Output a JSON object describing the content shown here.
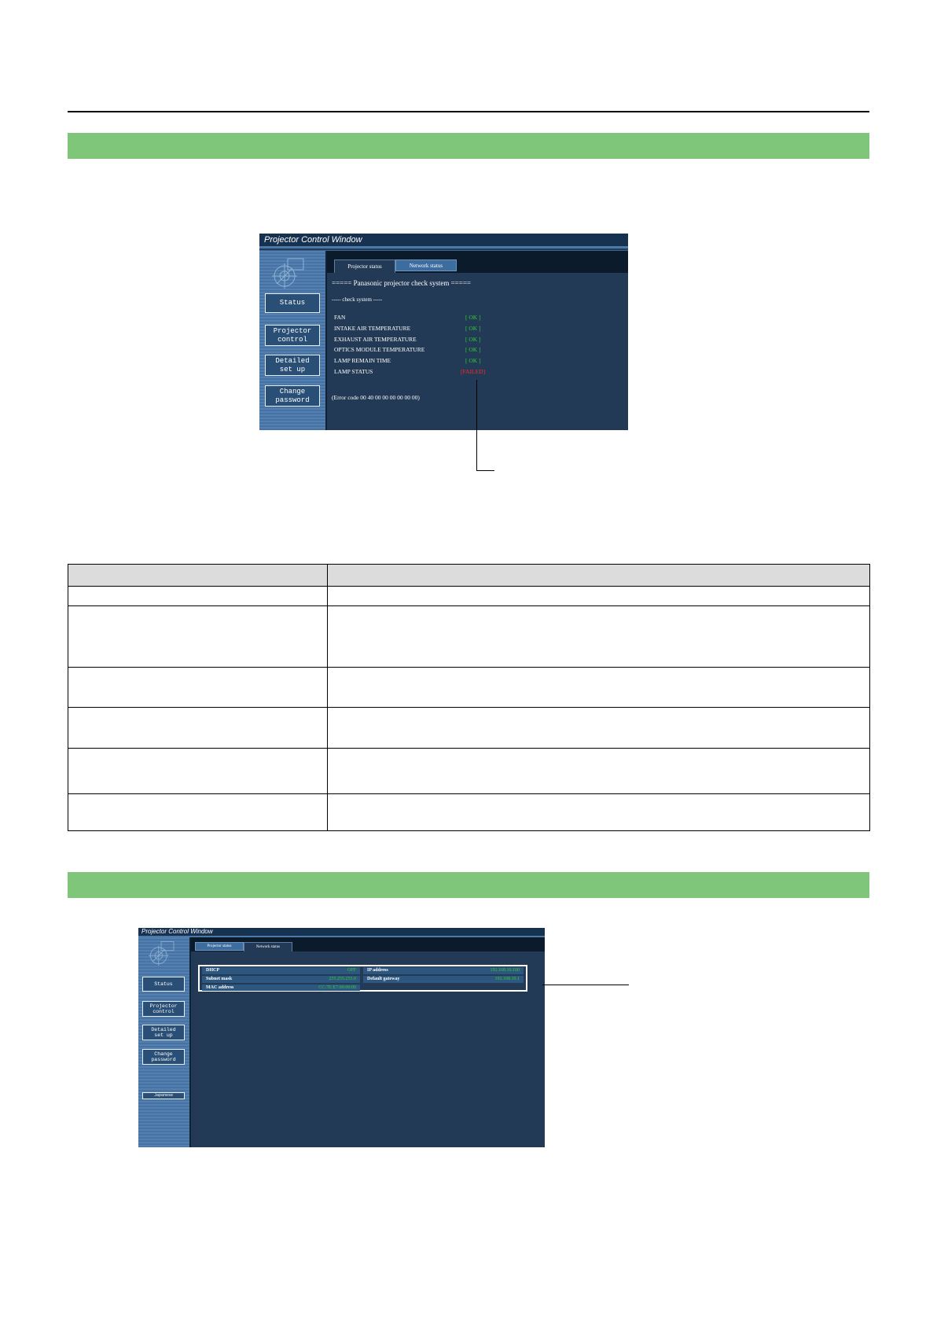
{
  "window": {
    "title": "Projector Control Window"
  },
  "sidebar": {
    "status": "Status",
    "projector_control": "Projector\ncontrol",
    "detailed_setup": "Detailed\nset up",
    "change_password": "Change\npassword",
    "japanese": "Japanese"
  },
  "tabs": {
    "projector_status": "Projector status",
    "network_status": "Network status"
  },
  "projector_status": {
    "header": "===== Panasonic projector check system =====",
    "subheader": "----- check system -----",
    "items": [
      {
        "label": "FAN",
        "value": "[ OK ]"
      },
      {
        "label": "INTAKE AIR TEMPERATURE",
        "value": "[ OK ]"
      },
      {
        "label": "EXHAUST AIR TEMPERATURE",
        "value": "[ OK ]"
      },
      {
        "label": "OPTICS MODULE TEMPERATURE",
        "value": "[ OK ]"
      },
      {
        "label": "LAMP REMAIN TIME",
        "value": "[ OK ]"
      },
      {
        "label": "LAMP STATUS",
        "value": "[FAILED]"
      }
    ],
    "error_code": "(Error code 00 40 00 00 00 00 00 00)"
  },
  "network_status": {
    "dhcp": {
      "label": "DHCP",
      "value": "OFF"
    },
    "subnet_mask": {
      "label": "Subnet mask",
      "value": "255.255.255.0"
    },
    "mac_address": {
      "label": "MAC address",
      "value": "CC:7E:E7:00:00:00"
    },
    "ip_address": {
      "label": "IP address",
      "value": "192.168.10.100"
    },
    "default_gateway": {
      "label": "Default gateway",
      "value": "192.168.10.1"
    }
  },
  "colors": {
    "green_bar": "#7fc67a",
    "ok": "#2fd02f",
    "failed": "#ff2a2a",
    "window_bg": "#223a55"
  }
}
